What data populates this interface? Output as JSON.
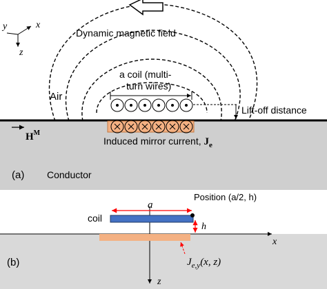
{
  "panel_a": {
    "axes": {
      "y": "y",
      "x": "x",
      "z": "z"
    },
    "field_label": "Dynamic magnetic field",
    "coil_label_line1": "a coil (multi-",
    "coil_label_line2": "turn wires)",
    "air_label": "Air",
    "liftoff_label": "Lift-off distance",
    "hm_label": "H",
    "hm_sup": "M",
    "mirror_label": "Induced mirror current, ",
    "mirror_symbol": "J",
    "mirror_sub": "e",
    "panel_label": "(a)",
    "conductor_label": "Conductor",
    "wire_symbol_out": "⊙",
    "wire_symbol_in": "⊗",
    "colors": {
      "conductor": "#cfcfcf",
      "mirror_band": "#f4b183",
      "arrow": "#000000"
    }
  },
  "panel_b": {
    "panel_label": "(b)",
    "coil_label": "coil",
    "width_label": "a",
    "height_label": "h",
    "position_label": "Position (a/2, h)",
    "x_label": "x",
    "z_label": "z",
    "current_label": "J",
    "current_sub": "e,y",
    "current_args": "(x, z)",
    "colors": {
      "coil": "#4472c4",
      "current_band": "#f4b183",
      "dimension": "#ff0000",
      "conductor": "#d9d9d9"
    }
  }
}
